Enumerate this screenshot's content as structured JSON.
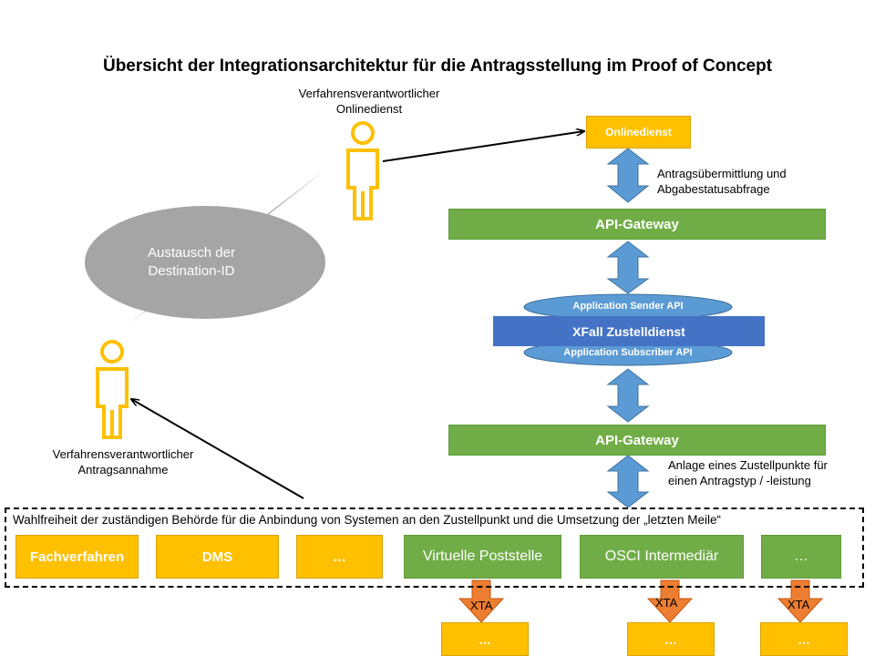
{
  "title": "Übersicht der Integrationsarchitektur für die Antragsstellung  im Proof of Concept",
  "persons": {
    "top": {
      "label_line1": "Verfahrensverantwortlicher",
      "label_line2": "Onlinedienst"
    },
    "bottom": {
      "label_line1": "Verfahrensverantwortlicher",
      "label_line2": "Antragsannahme"
    }
  },
  "bubble": {
    "line1": "Austausch der",
    "line2": "Destination-ID"
  },
  "onlinedienst": "Onlinedienst",
  "note_top": {
    "line1": "Antragsübermittlung und",
    "line2": "Abgabestatusabfrage"
  },
  "api_gateway_top": "API-Gateway",
  "zustelldienst": {
    "sender_api": "Application Sender API",
    "name": "XFall Zustelldienst",
    "subscriber_api": "Application Subscriber API"
  },
  "api_gateway_bottom": "API-Gateway",
  "note_bottom": {
    "line1": "Anlage eines Zustellpunkte für",
    "line2": "einen Antragstyp / -leistung"
  },
  "wahlfreiheit": "Wahlfreiheit  der zuständigen Behörde für die Anbindung von Systemen an den Zustellpunkt und die Umsetzung der „letzten Meile“",
  "systems": [
    "Fachverfahren",
    "DMS",
    "…",
    "Virtuelle Poststelle",
    "OSCI Intermediär",
    "…"
  ],
  "xta_label": "XTA",
  "endpoints": [
    "…",
    "…",
    "…"
  ],
  "colors": {
    "yellow": "#ffc000",
    "green": "#70ad47",
    "blue_arrow": "#5b9bd5",
    "zustelldienst_bar": "#4472c4",
    "orange_arrow": "#ed7d31",
    "bubble": "#a5a5a5",
    "person_outline": "#ffc000"
  }
}
